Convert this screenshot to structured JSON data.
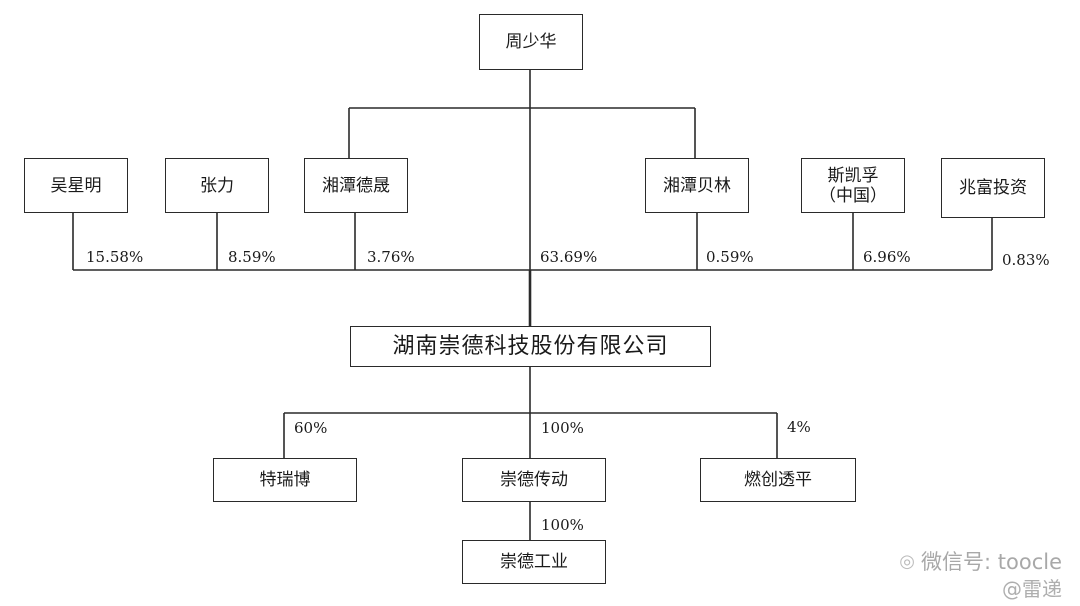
{
  "top_shareholder": "周少华",
  "shareholders": [
    {
      "name": "吴星明",
      "pct": "15.58%"
    },
    {
      "name": "张力",
      "pct": "8.59%"
    },
    {
      "name": "湘潭德晟",
      "pct": "3.76%"
    },
    {
      "name": "湘潭贝林",
      "pct": "0.59%"
    },
    {
      "name": "斯凯孚\n（中国）",
      "pct": "6.96%"
    },
    {
      "name": "兆富投资",
      "pct": "0.83%"
    }
  ],
  "top_shareholder_pct": "63.69%",
  "company": "湖南崇德科技股份有限公司",
  "subsidiaries": [
    {
      "name": "特瑞博",
      "pct": "60%"
    },
    {
      "name": "崇德传动",
      "pct": "100%"
    },
    {
      "name": "燃创透平",
      "pct": "4%"
    }
  ],
  "sub_subsidiary": {
    "name": "崇德工业",
    "pct": "100%"
  },
  "watermark": {
    "text": "微信号: toocle",
    "handle": "@雷递"
  }
}
